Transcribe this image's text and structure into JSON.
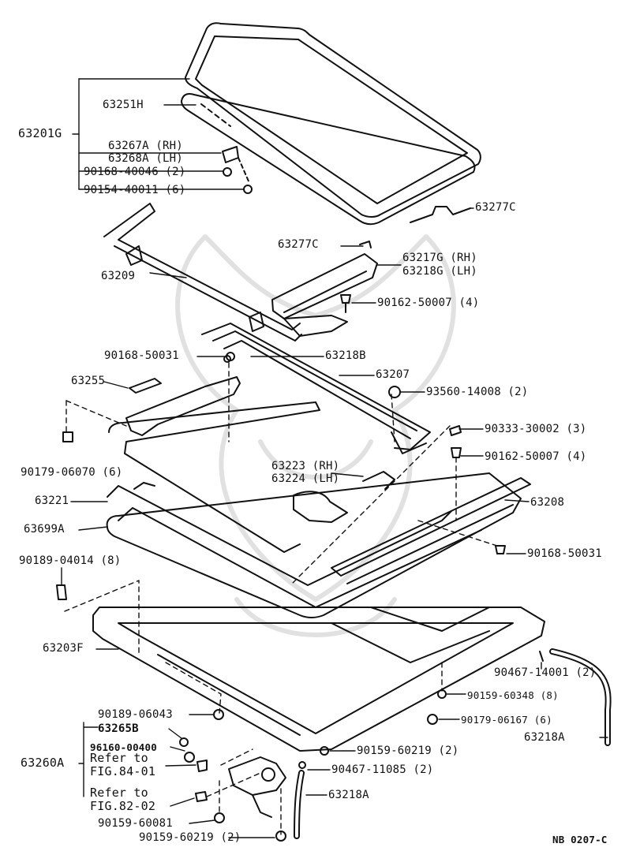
{
  "labels": {
    "p63201G": "63201G",
    "p63251H": "63251H",
    "p63267A": "63267A (RH)",
    "p63268A": "63268A (LH)",
    "p90168_40046": "90168-40046 (2)",
    "p90154_40011": "90154-40011 (6)",
    "p63277C_a": "63277C",
    "p63277C_b": "63277C",
    "p63217G": "63217G (RH)",
    "p63218G": "63218G (LH)",
    "p63209": "63209",
    "p90162_50007_a": "90162-50007 (4)",
    "p90168_50031_a": "90168-50031",
    "p63218B": "63218B",
    "p63207": "63207",
    "p63255": "63255",
    "p93560_14008": "93560-14008 (2)",
    "p90333_30002": "90333-30002 (3)",
    "p90162_50007_b": "90162-50007 (4)",
    "p90179_06070": "90179-06070 (6)",
    "p63223": "63223 (RH)",
    "p63224": "63224 (LH)",
    "p63221": "63221",
    "p63208": "63208",
    "p63699A": "63699A",
    "p90168_50031_b": "90168-50031",
    "p90189_04014": "90189-04014 (8)",
    "p63203F": "63203F",
    "p90467_14001": "90467-14001 (2)",
    "p90159_60348": "90159-60348 (8)",
    "p90179_06167": "90179-06167 (6)",
    "p90189_06043": "90189-06043",
    "p63265B": "63265B",
    "p96160_00400": "96160-00400",
    "p63260A": "63260A",
    "ref1_a": "Refer to",
    "ref1_b": "FIG.84-01",
    "ref2_a": "Refer to",
    "ref2_b": "FIG.82-02",
    "p90159_60219_a": "90159-60219 (2)",
    "p90467_11085": "90467-11085 (2)",
    "p63218A_a": "63218A",
    "p63218A_b": "63218A",
    "p90159_60081": "90159-60081",
    "p90159_60219_b": "90159-60219 (2)",
    "figure_code": "NB 0207-C"
  }
}
